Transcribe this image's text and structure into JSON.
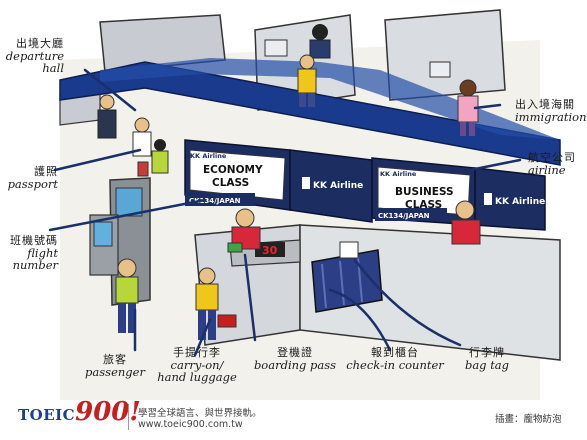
{
  "labels": {
    "departure_hall": {
      "zh": "出境大廳",
      "en_line1": "departure",
      "en_line2": "hall"
    },
    "immigration": {
      "zh": "出入境海關",
      "en": "immigration"
    },
    "airline": {
      "zh": "航空公司",
      "en": "airline"
    },
    "passport": {
      "zh": "護照",
      "en": "passport"
    },
    "flight_number": {
      "zh": "班機號碼",
      "en_line1": "flight",
      "en_line2": "number"
    },
    "passenger": {
      "zh": "旅客",
      "en": "passenger"
    },
    "carry_on": {
      "zh": "手提行李",
      "en_line1": "carry-on/",
      "en_line2": "hand luggage"
    },
    "boarding_pass": {
      "zh": "登機證",
      "en": "boarding pass"
    },
    "check_in_counter": {
      "zh": "報到櫃台",
      "en": "check-in counter"
    },
    "bag_tag": {
      "zh": "行李牌",
      "en": "bag tag"
    }
  },
  "signs": {
    "economy_line1": "ECONOMY",
    "economy_line2": "CLASS",
    "business_line1": "BUSINESS",
    "business_line2": "CLASS",
    "airline_name": "KK Airline",
    "flight_code": "CK134/JAPAN",
    "counter_number": "30"
  },
  "footer": {
    "logo_text": "TOEIC",
    "logo_number": "900!",
    "slogan": "學習全球語言、與世界接軌。",
    "url": "www.toeic900.com.tw",
    "credit": "插畫：龐物紡泡"
  },
  "colors": {
    "sign_navy": "#1c2d62",
    "counter_gray": "#cfd3d6",
    "floor": "#f6f6f4",
    "clerk_red": "#d8273a",
    "suitcase_blue": "#2c3e86"
  }
}
